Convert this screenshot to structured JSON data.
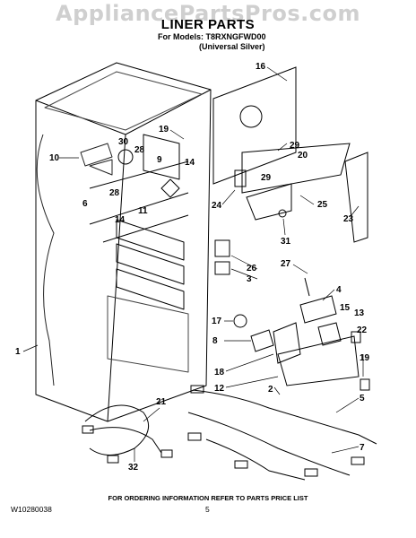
{
  "watermark": "AppliancePartsPros.com",
  "header": {
    "title": "LINER PARTS",
    "models": "For Models: T8RXNGFWD00",
    "variant": "(Universal Silver)"
  },
  "footer": {
    "order_info": "FOR ORDERING INFORMATION REFER TO PARTS PRICE LIST",
    "doc_number": "W10280038",
    "page_number": "5"
  },
  "callouts": [
    "16",
    "19",
    "30",
    "28",
    "29",
    "10",
    "9",
    "20",
    "14",
    "29",
    "6",
    "28",
    "24",
    "25",
    "23",
    "11",
    "14",
    "31",
    "26",
    "27",
    "3",
    "4",
    "15",
    "17",
    "13",
    "8",
    "22",
    "1",
    "18",
    "12",
    "19",
    "2",
    "21",
    "5",
    "7",
    "32"
  ]
}
